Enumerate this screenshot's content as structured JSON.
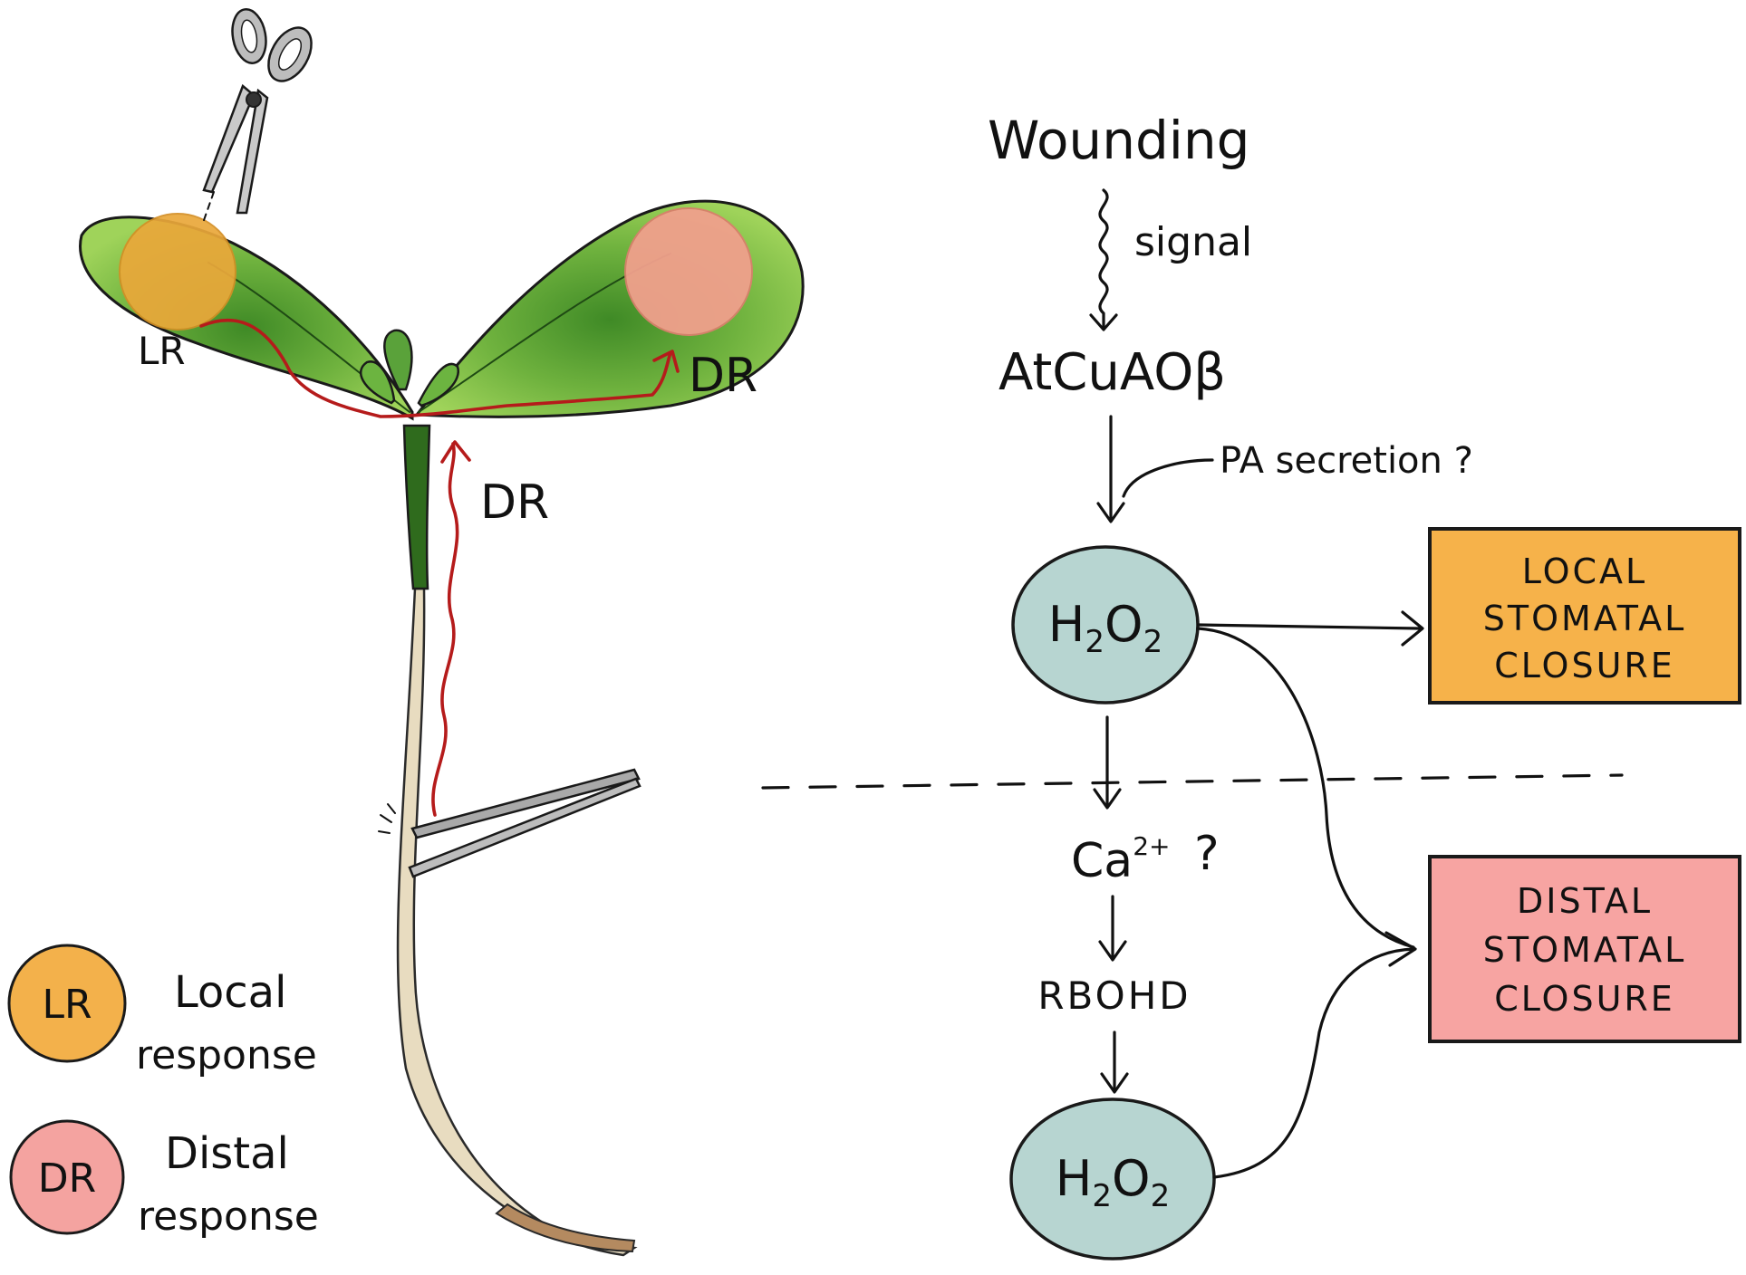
{
  "plant": {
    "lr_label": "LR",
    "dr_label_leaf": "DR",
    "dr_label_stem": "DR"
  },
  "legend": {
    "lr": {
      "badge": "LR",
      "line1": "Local",
      "line2": "response",
      "color": "#f3b14b"
    },
    "dr": {
      "badge": "DR",
      "line1": "Distal",
      "line2": "response",
      "color": "#f4a3a0"
    }
  },
  "pathway": {
    "wounding": "Wounding",
    "signal": "signal",
    "atcuao": "AtCuAOβ",
    "pa_secretion": "PA secretion ?",
    "h2o2_top": {
      "h": "H",
      "sub1": "2",
      "o": "O",
      "sub2": "2"
    },
    "h2o2_bottom": {
      "h": "H",
      "sub1": "2",
      "o": "O",
      "sub2": "2"
    },
    "ca": "Ca",
    "ca_sup": "2+",
    "ca_q": "?",
    "rbohd": "RBOHD",
    "local_box": [
      "LOCAL",
      "STOMATAL",
      "CLOSURE"
    ],
    "distal_box": [
      "DISTAL",
      "STOMATAL",
      "CLOSURE"
    ]
  },
  "colors": {
    "leaf": "#8fcc4e",
    "leaf_dark": "#2f6e1e",
    "h2o2": "#b7d5d1",
    "local_box": "#f6b24a",
    "distal_box": "#f7a4a2",
    "signal_red": "#b51b1b"
  }
}
